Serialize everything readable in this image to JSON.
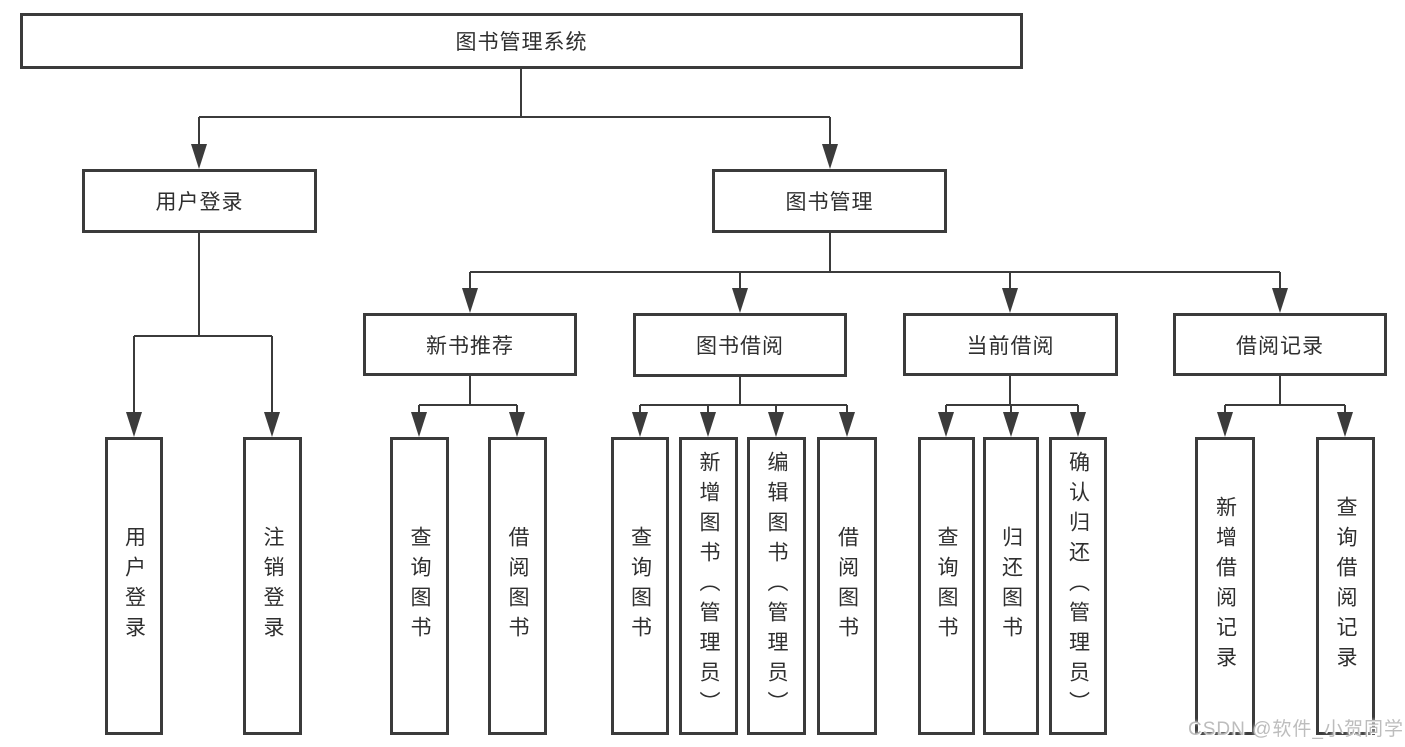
{
  "diagram": {
    "title": "图书管理系统",
    "branches": [
      {
        "label": "用户登录",
        "children": [
          "用户登录",
          "注销登录"
        ]
      },
      {
        "label": "图书管理",
        "sections": [
          {
            "label": "新书推荐",
            "children": [
              "查询图书",
              "借阅图书"
            ]
          },
          {
            "label": "图书借阅",
            "children": [
              "查询图书",
              "新增图书（管理员）",
              "编辑图书（管理员）",
              "借阅图书"
            ]
          },
          {
            "label": "当前借阅",
            "children": [
              "查询图书",
              "归还图书",
              "确认归还（管理员）"
            ]
          },
          {
            "label": "借阅记录",
            "children": [
              "新增借阅记录",
              "查询借阅记录"
            ]
          }
        ]
      }
    ]
  },
  "watermark": {
    "text": "CSDN @软件_小贺同学"
  },
  "colors": {
    "line": "#3b3b3b",
    "text": "#2f2f2f",
    "watermark": "#bdbdbd",
    "background": "#ffffff"
  }
}
